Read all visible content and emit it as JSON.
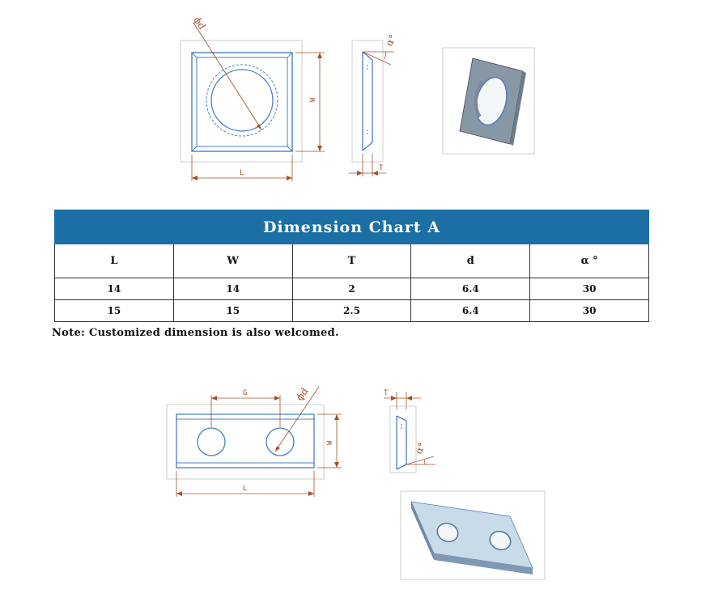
{
  "drawing_a": {
    "front_labels": {
      "diameter": "ϕd",
      "width": "W",
      "length": "L"
    },
    "side_labels": {
      "angle": "α°",
      "thickness": "T"
    }
  },
  "chart": {
    "title": "Dimension  Chart A",
    "headers": [
      "L",
      "W",
      "T",
      "d",
      "α °"
    ],
    "rows": [
      [
        "14",
        "14",
        "2",
        "6.4",
        "30"
      ],
      [
        "15",
        "15",
        "2.5",
        "6.4",
        "30"
      ]
    ]
  },
  "note": "Note: Customized dimension is also welcomed.",
  "drawing_b": {
    "front_labels": {
      "spacing": "G",
      "diameter": "ϕd",
      "width": "W",
      "length": "L"
    },
    "side_labels": {
      "thickness": "T",
      "angle": "α°"
    }
  },
  "colors": {
    "header_bg": "#1b6fa4",
    "dimension_lines": "#a0522d",
    "part_outline": "#4a7fc1"
  }
}
